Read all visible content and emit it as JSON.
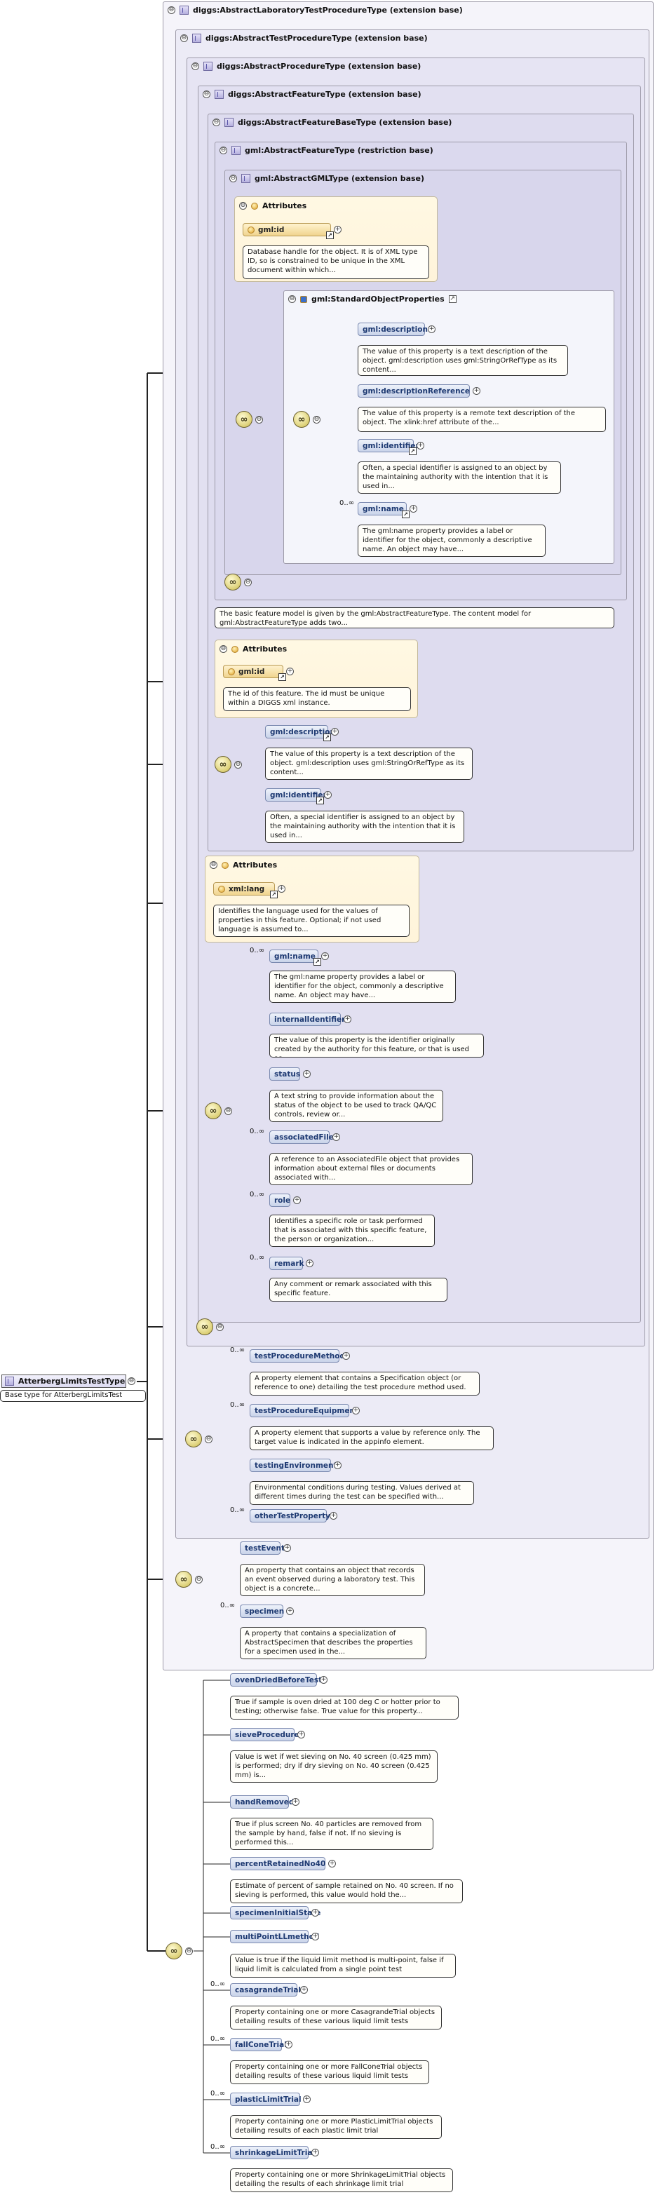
{
  "types": [
    {
      "name": "diggs:AbstractLaboratoryTestProcedureType (extension base)"
    },
    {
      "name": "diggs:AbstractTestProcedureType (extension base)"
    },
    {
      "name": "diggs:AbstractProcedureType (extension base)"
    },
    {
      "name": "diggs:AbstractFeatureType (extension base)"
    },
    {
      "name": "diggs:AbstractFeatureBaseType (extension base)"
    },
    {
      "name": "gml:AbstractFeatureType (restriction base)"
    },
    {
      "name": "gml:AbstractGMLType (extension base)"
    }
  ],
  "attributes_label": "Attributes",
  "gml_id_attr": {
    "name": "gml:id",
    "desc": "Database handle for the object. It is of XML type ID, so is constrained to be unique in the XML document within which..."
  },
  "standard_props_group": "gml:StandardObjectProperties",
  "gml_standard_props": [
    {
      "name": "gml:description",
      "card": "",
      "desc": "The value of this property is a text description of the object. gml:description uses gml:StringOrRefType as its content..."
    },
    {
      "name": "gml:descriptionReference",
      "card": "",
      "desc": "The value of this property is a remote text description of the object. The xlink:href attribute of the..."
    },
    {
      "name": "gml:identifier",
      "card": "",
      "desc": "Often, a special identifier is assigned to an object by the maintaining authority with the intention that it is used in..."
    },
    {
      "name": "gml:name",
      "card": "0..∞",
      "desc": "The gml:name property provides a label or identifier for the object, commonly a descriptive name. An object may have..."
    }
  ],
  "feature_base_doc": "The basic feature model is given by the gml:AbstractFeatureType. The content model for gml:AbstractFeatureType adds two...",
  "feature_base_id_attr": {
    "name": "gml:id",
    "desc": "The id of this feature. The id must be unique within a DIGGS xml instance."
  },
  "feature_base_props": [
    {
      "name": "gml:description",
      "card": "",
      "desc": "The value of this property is a text description of the object. gml:description uses gml:StringOrRefType as its content..."
    },
    {
      "name": "gml:identifier",
      "card": "",
      "desc": "Often, a special identifier is assigned to an object by the maintaining authority with the intention that it is used in..."
    }
  ],
  "feature_lang_attr": {
    "name": "xml:lang",
    "desc": "Identifies the language used for the values of properties in this feature. Optional; if not used language is assumed to..."
  },
  "feature_props": [
    {
      "name": "gml:name",
      "card": "0..∞",
      "desc": "The gml:name property provides a label or identifier for the object, commonly a descriptive name. An object may have..."
    },
    {
      "name": "internalIdentifier",
      "card": "",
      "desc": "The value of this property is the identifier originally created by the authority for this feature, or that is used as..."
    },
    {
      "name": "status",
      "card": "",
      "desc": "A text string to provide information about the status of the object to be used to track QA/QC controls, review or..."
    },
    {
      "name": "associatedFile",
      "card": "0..∞",
      "desc": "A reference to an AssociatedFile object that provides information about external files or documents associated with..."
    },
    {
      "name": "role",
      "card": "0..∞",
      "desc": "Identifies a specific role or task performed that is associated with this specific feature, the person or organization..."
    },
    {
      "name": "remark",
      "card": "0..∞",
      "desc": "Any comment or remark associated with this specific feature."
    }
  ],
  "test_procedure_props": [
    {
      "name": "testProcedureMethod",
      "card": "0..∞",
      "desc": "A property element that contains a Specification object (or reference to one) detailing the test procedure method used."
    },
    {
      "name": "testProcedureEquipment",
      "card": "0..∞",
      "desc": "A property element that supports a value by reference only. The target value is indicated in the appinfo element."
    },
    {
      "name": "testingEnvironment",
      "card": "",
      "desc": "Environmental conditions during testing. Values derived at different times during the test can be specified with..."
    },
    {
      "name": "otherTestProperty",
      "card": "0..∞",
      "desc": ""
    }
  ],
  "lab_test_props": [
    {
      "name": "testEvent",
      "card": "",
      "desc": "An property that contains an object that records an event observed during a laboratory test. This object is a concrete..."
    },
    {
      "name": "specimen",
      "card": "0..∞",
      "desc": "A property that contains a specialization of AbstractSpecimen that describes the properties for a specimen used in the..."
    }
  ],
  "root": {
    "name": "AtterbergLimitsTestType",
    "doc": "Base type for AtterbergLimitsTest"
  },
  "atterberg_props": [
    {
      "name": "ovenDriedBeforeTest",
      "card": "",
      "desc": "True if sample is oven dried at 100 deg C or hotter prior to testing; otherwise false. True value for this property..."
    },
    {
      "name": "sieveProcedure",
      "card": "",
      "desc": "Value is wet if wet sieving on No. 40 screen (0.425 mm) is performed; dry if dry sieving on No. 40 screen (0.425 mm) is..."
    },
    {
      "name": "handRemoved",
      "card": "",
      "desc": "True if plus screen No. 40 particles are removed from the sample by hand, false if not. If no sieving is performed this..."
    },
    {
      "name": "percentRetainedNo40",
      "card": "",
      "desc": "Estimate of percent of sample retained on No. 40 screen. If no sieving is performed, this value would hold the..."
    },
    {
      "name": "specimenInitialState",
      "card": "",
      "desc": ""
    },
    {
      "name": "multiPointLLmethod",
      "card": "",
      "desc": "Value is true if the liquid limit method is multi-point, false if liquid limit is calculated from a single point test"
    },
    {
      "name": "casagrandeTrial",
      "card": "0..∞",
      "desc": "Property containing one or more CasagrandeTrial objects detailing results of these various liquid limit tests"
    },
    {
      "name": "fallConeTrial",
      "card": "0..∞",
      "desc": "Property containing one or more FallConeTrial objects detailing results of these various liquid limit tests"
    },
    {
      "name": "plasticLimitTrial",
      "card": "0..∞",
      "desc": "Property containing one or more PlasticLimitTrial objects detailing results of each plastic limit trial"
    },
    {
      "name": "shrinkageLimitTrial",
      "card": "0..∞",
      "desc": "Property containing one or more ShrinkageLimitTrial objects detailing the results of each shrinkage limit trial"
    }
  ],
  "toggle_minus": "⊖",
  "toggle_plus": "+",
  "ref_glyph": "↗",
  "compositor_glyph": "∞",
  "colors": {
    "frame_outer": "#f5f4fa",
    "frame_mid": "#ecebf6",
    "frame_inner": "#e4e2f2",
    "element_fill": "#c9d3ea",
    "attribute_fill": "#fff4da"
  }
}
